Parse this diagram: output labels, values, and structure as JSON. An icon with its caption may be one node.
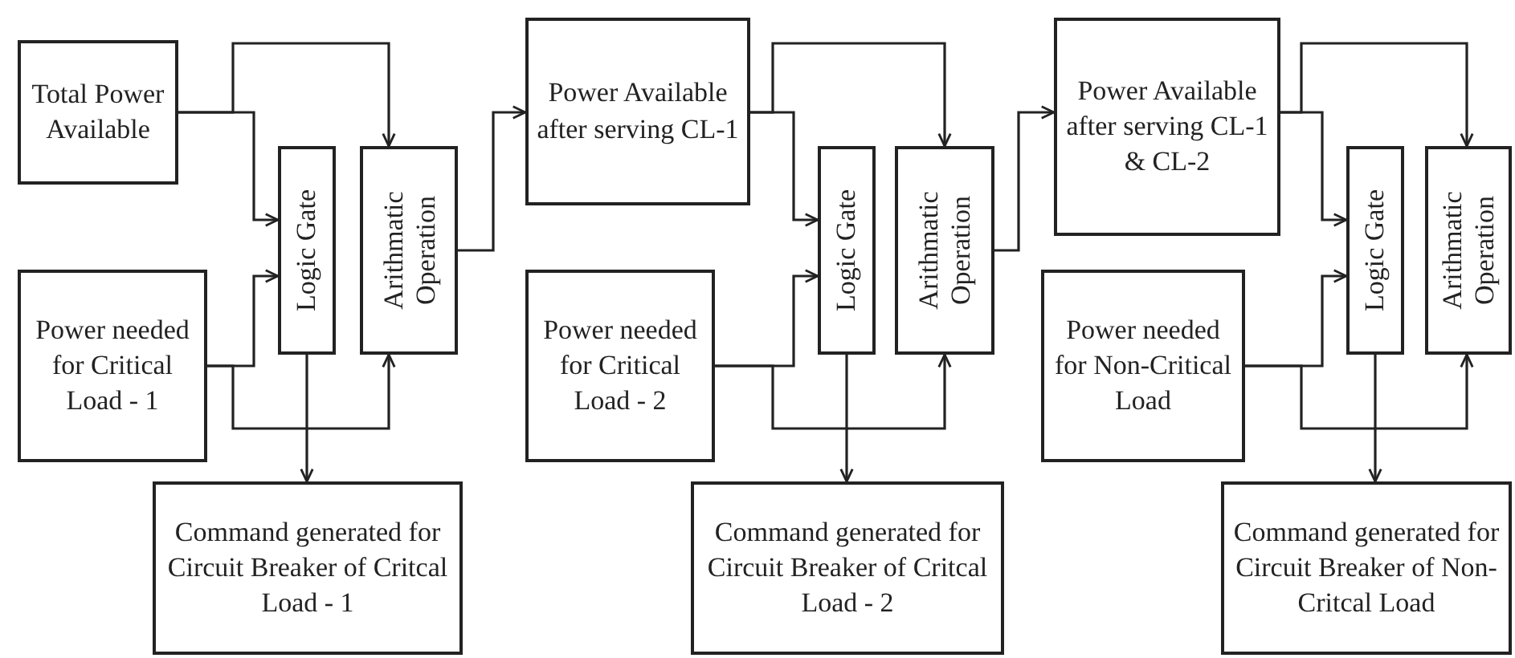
{
  "diagram": {
    "nodes": [
      {
        "text": [
          "Total Power Available"
        ]
      },
      {
        "text": [
          "Power needed for Critical Load - 1"
        ]
      },
      {
        "text": [
          "Logic Gate"
        ]
      },
      {
        "text": [
          "Arithmatic Operation"
        ]
      },
      {
        "text": [
          "Command generated for Circuit Breaker of Critcal Load - 1"
        ]
      },
      {
        "text": [
          "Power Available after serving CL-1"
        ]
      },
      {
        "text": [
          "Power needed for Critical Load - 2"
        ]
      },
      {
        "text": [
          "Logic Gate"
        ]
      },
      {
        "text": [
          "Arithmatic Operation"
        ]
      },
      {
        "text": [
          "Command generated for Circuit Breaker of Critcal Load - 2"
        ]
      },
      {
        "text": [
          "Power Available after serving CL-1 & CL-2"
        ]
      },
      {
        "text": [
          "Power needed for Non-Critical Load"
        ]
      },
      {
        "text": [
          "Logic Gate"
        ]
      },
      {
        "text": [
          "Arithmatic Operation"
        ]
      },
      {
        "text": [
          "Command generated for Circuit Breaker of Non-Critcal Load"
        ]
      }
    ],
    "edges": [
      {
        "from": 0,
        "to": 2,
        "arrow": "to"
      },
      {
        "from": 0,
        "to": 3,
        "arrow": "to"
      },
      {
        "from": 1,
        "to": 2,
        "arrow": "to"
      },
      {
        "from": 1,
        "to": 3,
        "arrow": "to"
      },
      {
        "from": 2,
        "to": 4,
        "arrow": "to"
      },
      {
        "from": 3,
        "to": 5,
        "arrow": "to"
      },
      {
        "from": 5,
        "to": 7,
        "arrow": "to"
      },
      {
        "from": 5,
        "to": 8,
        "arrow": "to"
      },
      {
        "from": 6,
        "to": 7,
        "arrow": "to"
      },
      {
        "from": 6,
        "to": 8,
        "arrow": "to"
      },
      {
        "from": 7,
        "to": 9,
        "arrow": "to"
      },
      {
        "from": 8,
        "to": 10,
        "arrow": "to"
      },
      {
        "from": 10,
        "to": 12,
        "arrow": "to"
      },
      {
        "from": 10,
        "to": 13,
        "arrow": "to"
      },
      {
        "from": 11,
        "to": 12,
        "arrow": "to"
      },
      {
        "from": 11,
        "to": 13,
        "arrow": "to"
      },
      {
        "from": 12,
        "to": 14,
        "arrow": "to"
      }
    ]
  }
}
